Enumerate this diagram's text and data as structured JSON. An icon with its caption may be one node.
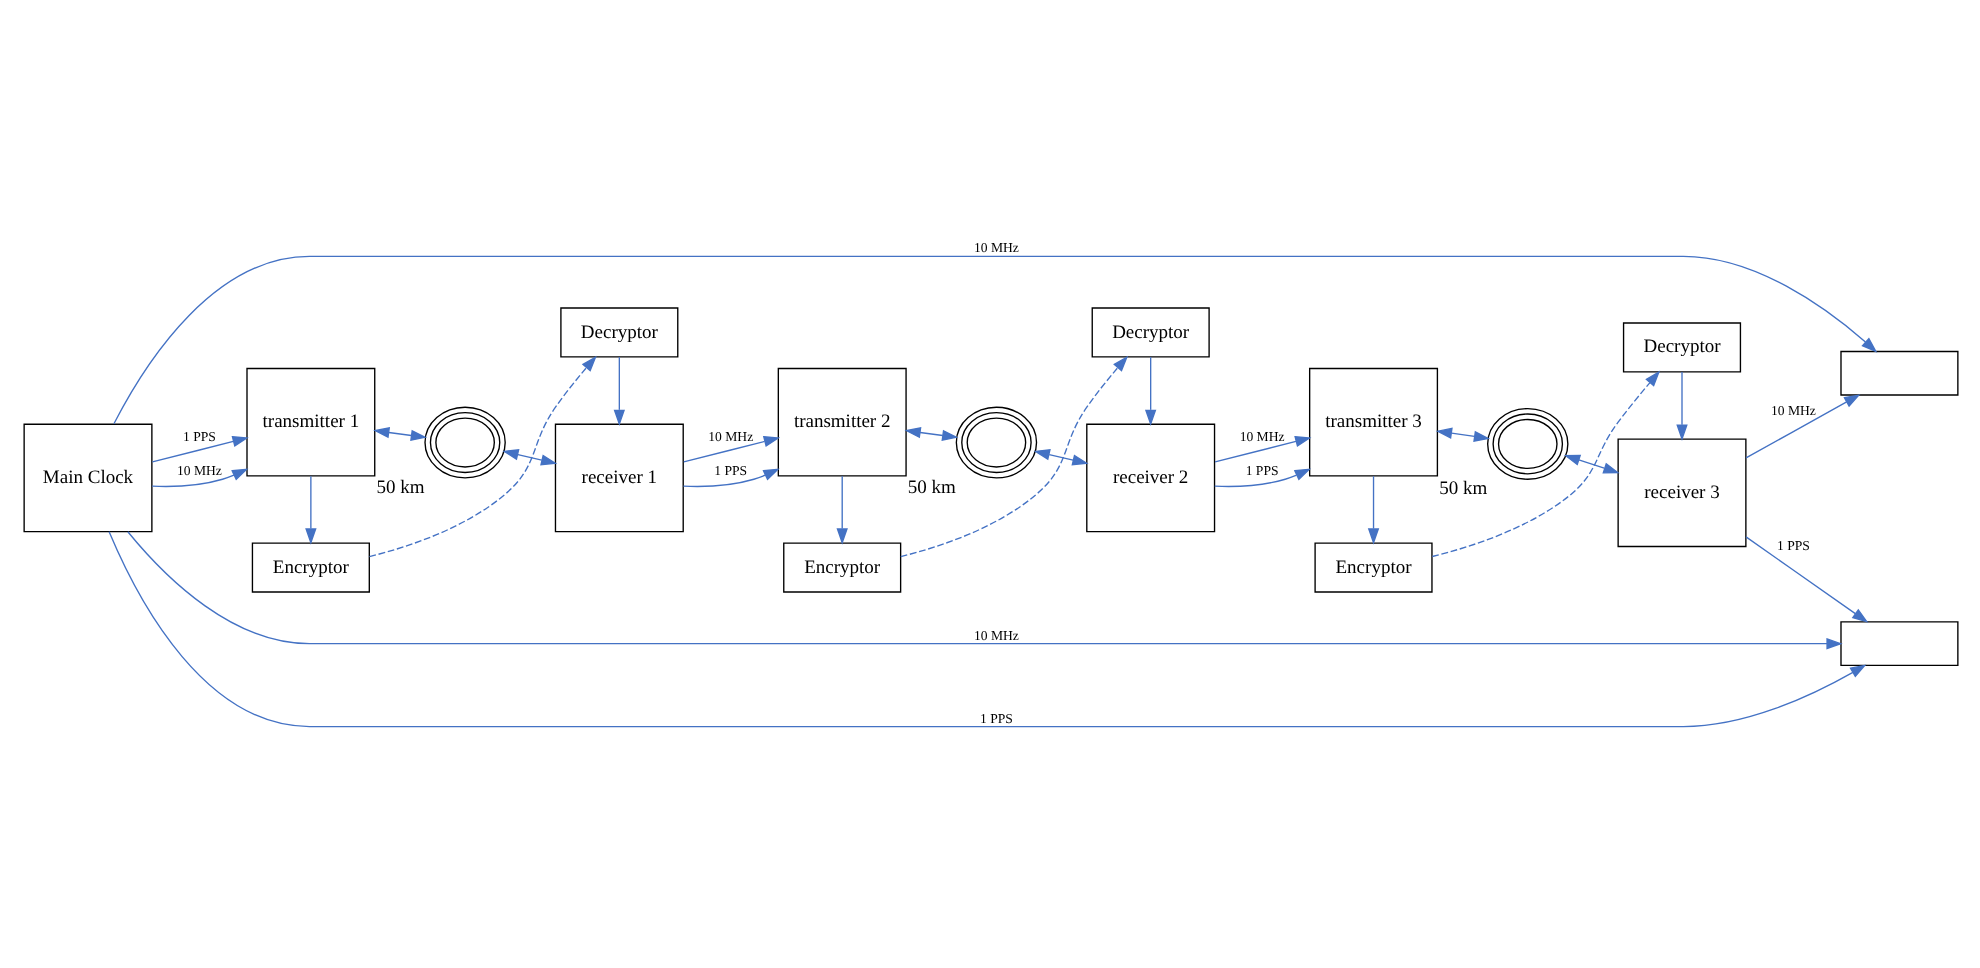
{
  "diagram": {
    "nodes": [
      {
        "text": [
          "Encryptor"
        ]
      },
      {
        "text": [
          "Decryptor"
        ]
      },
      {
        "text": [
          "Encryptor"
        ]
      },
      {
        "text": [
          "Decryptor"
        ]
      },
      {
        "text": [
          "Main Clock"
        ]
      },
      {
        "text": [
          "transmitter 1"
        ]
      },
      {
        "text": [],
        "shape": "coil",
        "beside": [
          "50 km"
        ]
      },
      {
        "text": [
          "receiver 1"
        ]
      },
      {
        "text": [
          "transmitter 2"
        ]
      },
      {
        "text": [],
        "shape": "coil",
        "beside": [
          "50 km"
        ]
      },
      {
        "text": [
          "receiver 2"
        ]
      },
      {
        "text": [],
        "shape": "box"
      },
      {
        "text": [
          "receiver 3"
        ]
      },
      {
        "text": [],
        "shape": "coil",
        "beside": [
          "50 km"
        ]
      },
      {
        "text": [
          "transmitter 3"
        ]
      },
      {
        "text": [],
        "shape": "box"
      },
      {
        "text": [
          "Decryptor"
        ]
      },
      {
        "text": [
          "Encryptor"
        ]
      }
    ],
    "edges": [
      {
        "from": 5,
        "to": 0,
        "arrow": "to"
      },
      {
        "from": 0,
        "to": 1,
        "arrow": "to",
        "style": "dashed"
      },
      {
        "from": 1,
        "to": 7,
        "arrow": "to"
      },
      {
        "from": 8,
        "to": 2,
        "arrow": "to"
      },
      {
        "from": 2,
        "to": 3,
        "arrow": "to",
        "style": "dashed"
      },
      {
        "from": 3,
        "to": 10,
        "arrow": "to"
      },
      {
        "from": 4,
        "to": 5,
        "arrow": "to",
        "label": "10 MHz"
      },
      {
        "from": 4,
        "to": 5,
        "arrow": "to",
        "label": "1 PPS"
      },
      {
        "from": 5,
        "to": 6,
        "arrow": "both"
      },
      {
        "from": 6,
        "to": 7,
        "arrow": "both"
      },
      {
        "from": 7,
        "to": 8,
        "arrow": "to",
        "label": "10 MHz"
      },
      {
        "from": 7,
        "to": 8,
        "arrow": "to",
        "label": "1 PPS"
      },
      {
        "from": 8,
        "to": 9,
        "arrow": "both"
      },
      {
        "from": 9,
        "to": 10,
        "arrow": "both"
      },
      {
        "from": 10,
        "to": 14,
        "arrow": "to",
        "label": "10 MHz"
      },
      {
        "from": 10,
        "to": 14,
        "arrow": "to",
        "label": "1 PPS"
      },
      {
        "from": 14,
        "to": 13,
        "arrow": "both"
      },
      {
        "from": 13,
        "to": 12,
        "arrow": "both"
      },
      {
        "from": 12,
        "to": 11,
        "arrow": "to",
        "label": "10 MHz"
      },
      {
        "from": 12,
        "to": 15,
        "arrow": "to",
        "label": "1 PPS"
      },
      {
        "from": 4,
        "to": 11,
        "arrow": "to",
        "label": "10 MHz"
      },
      {
        "from": 4,
        "to": 15,
        "arrow": "to",
        "label": "10 MHz"
      },
      {
        "from": 4,
        "to": 15,
        "arrow": "to",
        "label": "1 PPS"
      },
      {
        "from": 14,
        "to": 17,
        "arrow": "to"
      },
      {
        "from": 17,
        "to": 16,
        "arrow": "to",
        "style": "dashed"
      },
      {
        "from": 16,
        "to": 12,
        "arrow": "to"
      }
    ]
  }
}
